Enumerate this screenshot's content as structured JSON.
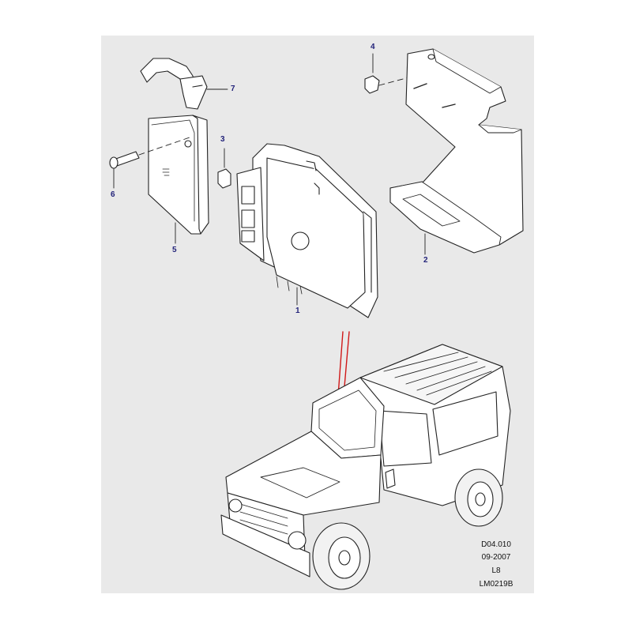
{
  "callouts": {
    "c1": "1",
    "c2": "2",
    "c3": "3",
    "c4": "4",
    "c5": "5",
    "c6": "6",
    "c7": "7"
  },
  "reference": {
    "code": "D04.010",
    "date": "09-2007",
    "level": "L8",
    "illustration_id": "LM0219B"
  },
  "colors": {
    "background_panel": "#e9e9e9",
    "linework": "#222222",
    "callout_text": "#23237a",
    "pointer_lines": "#d01818"
  }
}
